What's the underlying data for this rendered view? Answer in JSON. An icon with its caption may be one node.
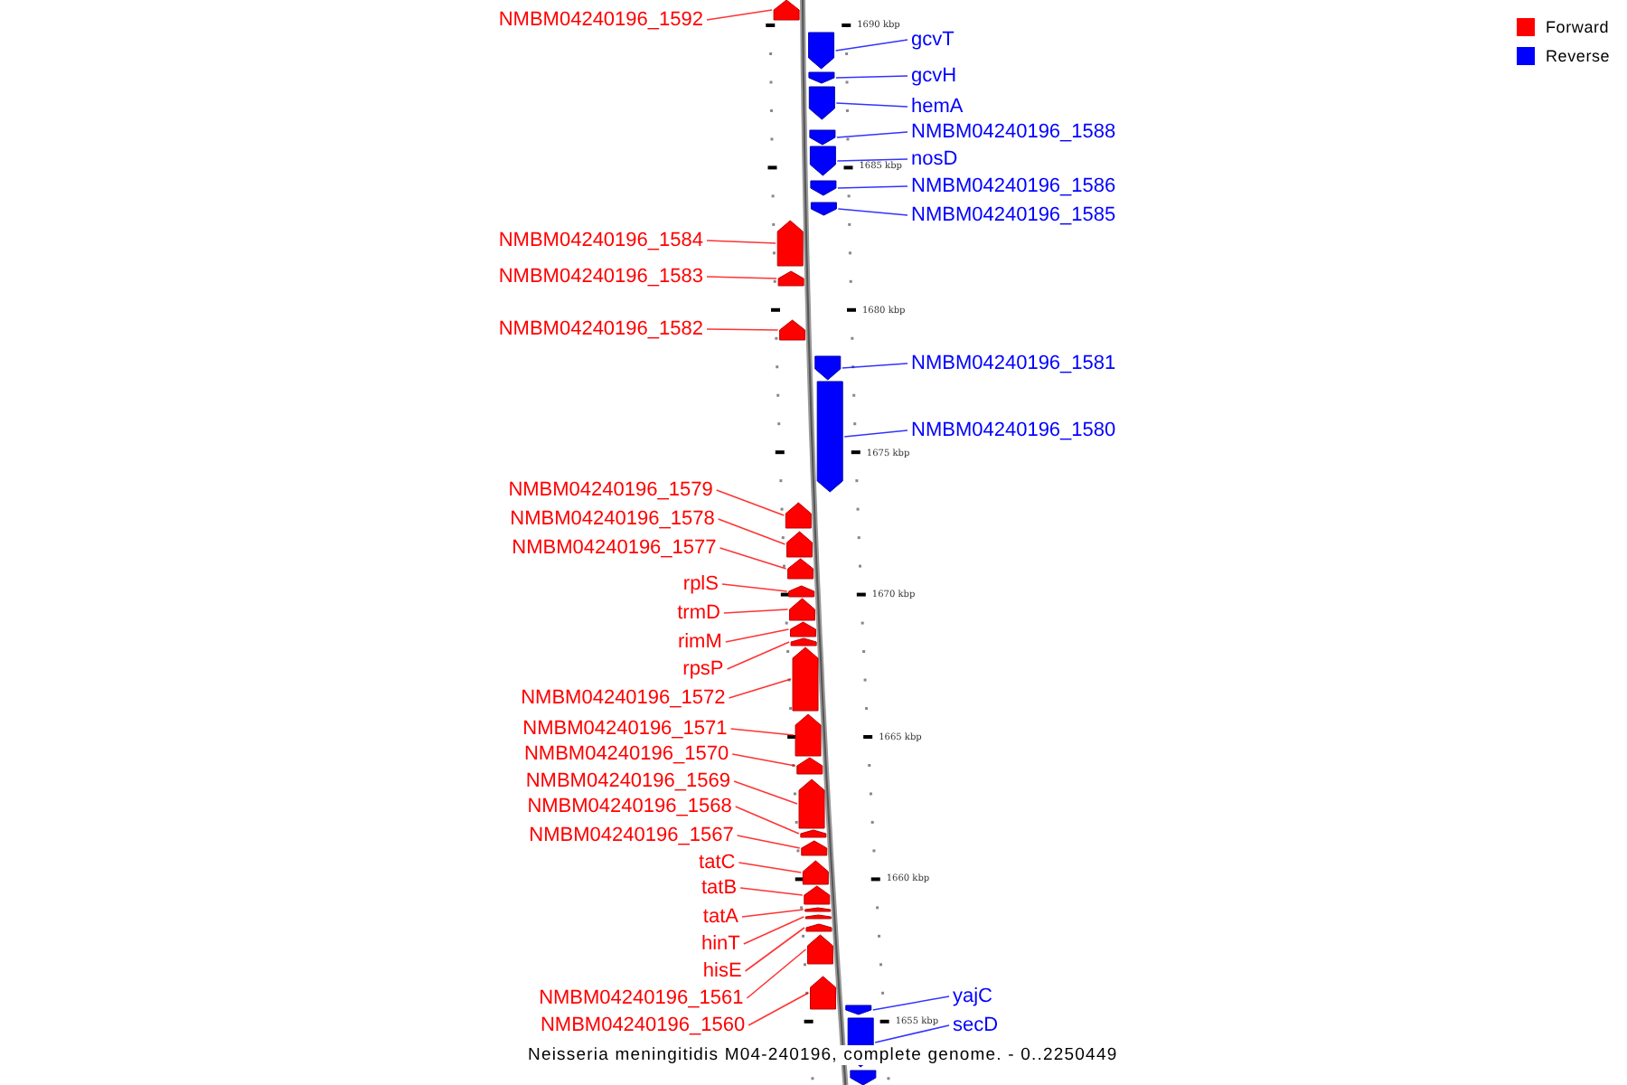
{
  "diagram": {
    "caption": "Neisseria meningitidis M04-240196, complete genome. - 0..2250449",
    "nodes": [
      {
        "text": [
          "NMBM04240196_1592"
        ]
      },
      {
        "text": [],
        "shape": "bar"
      },
      {
        "text": [
          "gcvT"
        ]
      },
      {
        "text": [],
        "shape": "bar"
      },
      {
        "text": [
          "gcvH"
        ]
      },
      {
        "text": [],
        "shape": "bar"
      },
      {
        "text": [
          "hemA"
        ]
      },
      {
        "text": [],
        "shape": "bar"
      },
      {
        "text": [
          "NMBM04240196_1588"
        ]
      },
      {
        "text": [],
        "shape": "bar"
      },
      {
        "text": [
          "nosD"
        ]
      },
      {
        "text": [],
        "shape": "bar"
      },
      {
        "text": [
          "NMBM04240196_1586"
        ]
      },
      {
        "text": [],
        "shape": "bar"
      },
      {
        "text": [
          "NMBM04240196_1585"
        ]
      },
      {
        "text": [],
        "shape": "bar"
      },
      {
        "text": [
          "NMBM04240196_1584"
        ]
      },
      {
        "text": [],
        "shape": "bar"
      },
      {
        "text": [
          "NMBM04240196_1583"
        ]
      },
      {
        "text": [],
        "shape": "bar"
      },
      {
        "text": [
          "NMBM04240196_1582"
        ]
      },
      {
        "text": [],
        "shape": "bar"
      },
      {
        "text": [
          "NMBM04240196_1581"
        ]
      },
      {
        "text": [],
        "shape": "bar"
      },
      {
        "text": [
          "NMBM04240196_1580"
        ]
      },
      {
        "text": [],
        "shape": "bar"
      },
      {
        "text": [
          "NMBM04240196_1579"
        ]
      },
      {
        "text": [],
        "shape": "bar"
      },
      {
        "text": [
          "NMBM04240196_1578"
        ]
      },
      {
        "text": [],
        "shape": "bar"
      },
      {
        "text": [
          "NMBM04240196_1577"
        ]
      },
      {
        "text": [],
        "shape": "bar"
      },
      {
        "text": [
          "rplS"
        ]
      },
      {
        "text": [],
        "shape": "bar"
      },
      {
        "text": [
          "trmD"
        ]
      },
      {
        "text": [],
        "shape": "bar"
      },
      {
        "text": [
          "rimM"
        ]
      },
      {
        "text": [],
        "shape": "bar"
      },
      {
        "text": [
          "rpsP"
        ]
      },
      {
        "text": [],
        "shape": "bar"
      },
      {
        "text": [
          "NMBM04240196_1572"
        ]
      },
      {
        "text": [],
        "shape": "bar"
      },
      {
        "text": [
          "NMBM04240196_1571"
        ]
      },
      {
        "text": [],
        "shape": "bar"
      },
      {
        "text": [
          "NMBM04240196_1570"
        ]
      },
      {
        "text": [],
        "shape": "bar"
      },
      {
        "text": [
          "NMBM04240196_1569"
        ]
      },
      {
        "text": [],
        "shape": "bar"
      },
      {
        "text": [
          "NMBM04240196_1568"
        ]
      },
      {
        "text": [],
        "shape": "bar"
      },
      {
        "text": [
          "NMBM04240196_1567"
        ]
      },
      {
        "text": [],
        "shape": "bar"
      },
      {
        "text": [
          "tatC"
        ]
      },
      {
        "text": [],
        "shape": "bar"
      },
      {
        "text": [
          "tatB"
        ]
      },
      {
        "text": [],
        "shape": "bar"
      },
      {
        "text": [
          "tatA"
        ]
      },
      {
        "text": [],
        "shape": "bar"
      },
      {
        "text": [
          "hinT"
        ]
      },
      {
        "text": [],
        "shape": "bar"
      },
      {
        "text": [
          "hisE"
        ]
      },
      {
        "text": [],
        "shape": "bar"
      },
      {
        "text": [
          "yajC"
        ]
      },
      {
        "text": [],
        "shape": "bar"
      },
      {
        "text": [
          "NMBM04240196_1561"
        ]
      },
      {
        "text": [],
        "shape": "bar"
      },
      {
        "text": [
          "NMBM04240196_1560"
        ]
      },
      {
        "text": [],
        "shape": "bar"
      },
      {
        "text": [
          "secD"
        ]
      },
      {
        "text": [],
        "shape": "bar"
      },
      {
        "text": [],
        "shape": "bar"
      }
    ],
    "edges": [
      {
        "from": 0,
        "to": 1,
        "arrow": "none"
      },
      {
        "from": 2,
        "to": 3,
        "arrow": "none",
        "color": "#0000ff"
      },
      {
        "from": 4,
        "to": 5,
        "arrow": "none",
        "color": "#0000ff"
      },
      {
        "from": 6,
        "to": 7,
        "arrow": "none",
        "color": "#0000ff"
      },
      {
        "from": 8,
        "to": 9,
        "arrow": "none",
        "color": "#0000ff"
      },
      {
        "from": 10,
        "to": 11,
        "arrow": "none",
        "color": "#0000ff"
      },
      {
        "from": 12,
        "to": 13,
        "arrow": "none",
        "color": "#0000ff"
      },
      {
        "from": 14,
        "to": 15,
        "arrow": "none",
        "color": "#0000ff"
      },
      {
        "from": 16,
        "to": 17,
        "arrow": "none"
      },
      {
        "from": 18,
        "to": 19,
        "arrow": "none"
      },
      {
        "from": 20,
        "to": 21,
        "arrow": "none"
      },
      {
        "from": 22,
        "to": 23,
        "arrow": "none",
        "color": "#0000ff"
      },
      {
        "from": 24,
        "to": 25,
        "arrow": "none",
        "color": "#0000ff"
      },
      {
        "from": 26,
        "to": 27,
        "arrow": "none"
      },
      {
        "from": 28,
        "to": 29,
        "arrow": "none"
      },
      {
        "from": 30,
        "to": 31,
        "arrow": "none"
      },
      {
        "from": 32,
        "to": 33,
        "arrow": "none"
      },
      {
        "from": 34,
        "to": 35,
        "arrow": "none"
      },
      {
        "from": 36,
        "to": 37,
        "arrow": "none"
      },
      {
        "from": 38,
        "to": 39,
        "arrow": "none"
      },
      {
        "from": 40,
        "to": 41,
        "arrow": "none"
      },
      {
        "from": 42,
        "to": 43,
        "arrow": "none"
      },
      {
        "from": 44,
        "to": 45,
        "arrow": "none"
      },
      {
        "from": 46,
        "to": 47,
        "arrow": "none"
      },
      {
        "from": 48,
        "to": 49,
        "arrow": "none"
      },
      {
        "from": 50,
        "to": 51,
        "arrow": "none"
      },
      {
        "from": 52,
        "to": 53,
        "arrow": "none"
      },
      {
        "from": 54,
        "to": 55,
        "arrow": "none"
      },
      {
        "from": 56,
        "to": 57,
        "arrow": "none"
      },
      {
        "from": 58,
        "to": 59,
        "arrow": "none"
      },
      {
        "from": 60,
        "to": 61,
        "arrow": "none"
      },
      {
        "from": 62,
        "to": 63,
        "arrow": "none",
        "color": "#0000ff"
      },
      {
        "from": 64,
        "to": 65,
        "arrow": "none"
      },
      {
        "from": 66,
        "to": 67,
        "arrow": "none"
      },
      {
        "from": 68,
        "to": 69,
        "arrow": "none",
        "color": "#0000ff"
      }
    ],
    "labels": [
      "1690 kbp",
      "1685 kbp",
      "1680 kbp",
      "1675 kbp",
      "1670 kbp",
      "1665 kbp",
      "1660 kbp",
      "1655 kbp"
    ],
    "legend": [
      {
        "text": "Forward",
        "color": "#ff0000"
      },
      {
        "text": "Reverse",
        "color": "#0000ff"
      }
    ]
  }
}
